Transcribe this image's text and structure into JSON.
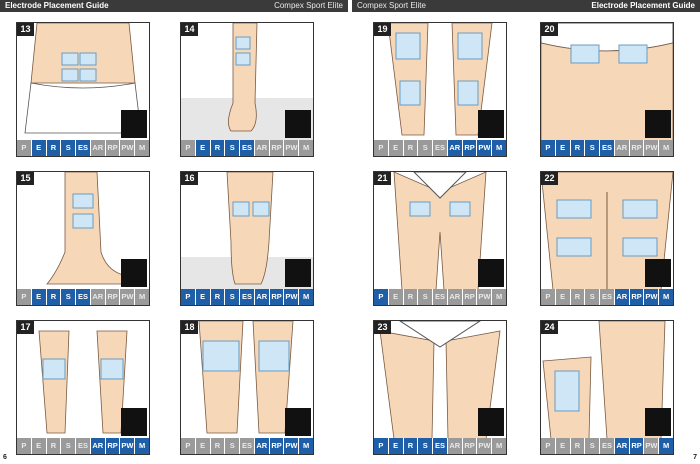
{
  "pages": [
    {
      "header_left": "Electrode Placement Guide",
      "header_right": "Compex Sport Elite",
      "page_number": "6",
      "panels": [
        {
          "number": "13",
          "modes": [
            "P",
            "E",
            "R",
            "S",
            "ES",
            "AR",
            "RP",
            "PW",
            "M"
          ],
          "active": [
            false,
            true,
            true,
            true,
            true,
            false,
            false,
            false,
            false
          ]
        },
        {
          "number": "14",
          "modes": [
            "P",
            "E",
            "R",
            "S",
            "ES",
            "AR",
            "RP",
            "PW",
            "M"
          ],
          "active": [
            false,
            true,
            true,
            true,
            true,
            false,
            false,
            false,
            false
          ]
        },
        {
          "number": "15",
          "modes": [
            "P",
            "E",
            "R",
            "S",
            "ES",
            "AR",
            "RP",
            "PW",
            "M"
          ],
          "active": [
            false,
            true,
            true,
            true,
            true,
            false,
            false,
            false,
            false
          ]
        },
        {
          "number": "16",
          "modes": [
            "P",
            "E",
            "R",
            "S",
            "ES",
            "AR",
            "RP",
            "PW",
            "M"
          ],
          "active": [
            true,
            true,
            true,
            true,
            true,
            true,
            true,
            true,
            true
          ]
        },
        {
          "number": "17",
          "modes": [
            "P",
            "E",
            "R",
            "S",
            "ES",
            "AR",
            "RP",
            "PW",
            "M"
          ],
          "active": [
            false,
            false,
            false,
            false,
            false,
            true,
            true,
            true,
            true
          ]
        },
        {
          "number": "18",
          "modes": [
            "P",
            "E",
            "R",
            "S",
            "ES",
            "AR",
            "RP",
            "PW",
            "M"
          ],
          "active": [
            false,
            false,
            false,
            false,
            false,
            true,
            true,
            true,
            true
          ]
        }
      ]
    },
    {
      "header_left": "Compex Sport Elite",
      "header_right": "Electrode Placement Guide",
      "page_number": "7",
      "panels": [
        {
          "number": "19",
          "modes": [
            "P",
            "E",
            "R",
            "S",
            "ES",
            "AR",
            "RP",
            "PW",
            "M"
          ],
          "active": [
            false,
            false,
            false,
            false,
            false,
            true,
            true,
            true,
            true
          ]
        },
        {
          "number": "20",
          "modes": [
            "P",
            "E",
            "R",
            "S",
            "ES",
            "AR",
            "RP",
            "PW",
            "M"
          ],
          "active": [
            true,
            true,
            true,
            true,
            true,
            false,
            false,
            false,
            false
          ]
        },
        {
          "number": "21",
          "modes": [
            "P",
            "E",
            "R",
            "S",
            "ES",
            "AR",
            "RP",
            "PW",
            "M"
          ],
          "active": [
            true,
            false,
            false,
            false,
            false,
            false,
            false,
            false,
            false
          ]
        },
        {
          "number": "22",
          "modes": [
            "P",
            "E",
            "R",
            "S",
            "ES",
            "AR",
            "RP",
            "PW",
            "M"
          ],
          "active": [
            false,
            false,
            false,
            false,
            false,
            true,
            true,
            true,
            true
          ]
        },
        {
          "number": "23",
          "modes": [
            "P",
            "E",
            "R",
            "S",
            "ES",
            "AR",
            "RP",
            "PW",
            "M"
          ],
          "active": [
            true,
            true,
            true,
            true,
            true,
            false,
            false,
            false,
            false
          ]
        },
        {
          "number": "24",
          "modes": [
            "P",
            "E",
            "R",
            "S",
            "ES",
            "AR",
            "RP",
            "PW",
            "M"
          ],
          "active": [
            false,
            false,
            false,
            false,
            false,
            true,
            true,
            false,
            true
          ]
        }
      ]
    }
  ],
  "colors": {
    "header": "#3a3a3a",
    "mode_active": "#1f5fa8",
    "mode_inactive": "#9a9a9a",
    "electrode": "#cfe6f7",
    "skin": "#f6d7b8",
    "blue_lead": "#1f6fc1",
    "red_lead": "#d92b2b",
    "green_lead": "#2f9a3a",
    "yellow_lead": "#f0d000"
  }
}
